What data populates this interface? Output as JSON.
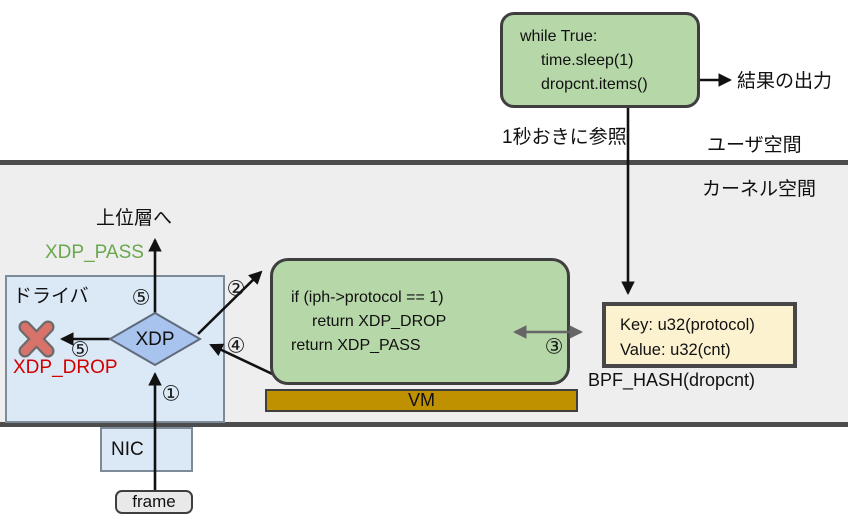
{
  "labels": {
    "user_space": "ユーザ空間",
    "kernel_space": "カーネル空間",
    "poll_interval": "1秒おきに参照",
    "result_output": "結果の出力",
    "upper_layer": "上位層へ",
    "xdp_pass": "XDP_PASS",
    "xdp_drop": "XDP_DROP",
    "driver": "ドライバ",
    "xdp": "XDP",
    "vm": "VM",
    "nic": "NIC",
    "frame": "frame",
    "bpf_hash": "BPF_HASH(dropcnt)"
  },
  "user_code": {
    "lines": [
      "while True:",
      "time.sleep(1)",
      "dropcnt.items()"
    ]
  },
  "bpf_code": {
    "lines": [
      "if (iph->protocol == 1)",
      "return XDP_DROP",
      "return XDP_PASS"
    ]
  },
  "map_box": {
    "lines": [
      "Key: u32(protocol)",
      "Value: u32(cnt)"
    ]
  },
  "steps": {
    "s1": "①",
    "s2": "②",
    "s3": "③",
    "s4": "④",
    "s5": "⑤"
  },
  "colors": {
    "code_box_fill": "#b6d7a8",
    "code_box_border": "#3f3f3f",
    "driver_fill": "#dbe8f6",
    "diamond_fill": "#a9c3ef",
    "vm_fill": "#bf9000",
    "map_fill": "#fdf2cf",
    "kernel_band_fill": "#eeeeee",
    "band_border": "#4c4c4c",
    "xdp_pass_text": "#6aa84f",
    "xdp_drop_text": "#d20000",
    "drop_cross": "#d9726a",
    "double_arrow": "#666666"
  }
}
